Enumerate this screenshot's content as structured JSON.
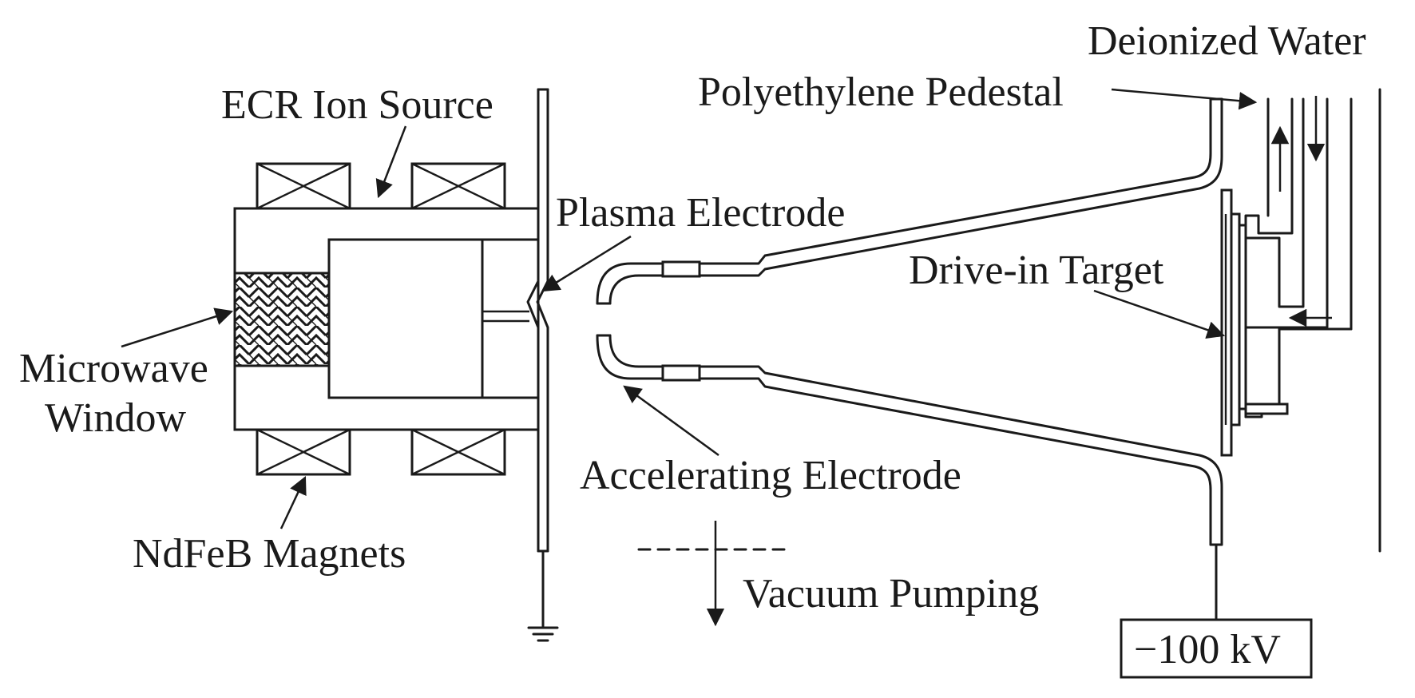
{
  "labels": {
    "ecr_ion_source": "ECR Ion Source",
    "plasma_electrode": "Plasma Electrode",
    "microwave_window_line1": "Microwave",
    "microwave_window_line2": "Window",
    "ndfeb_magnets": "NdFeB Magnets",
    "accelerating_electrode": "Accelerating Electrode",
    "vacuum_pumping": "Vacuum Pumping",
    "polyethylene_pedestal": "Polyethylene Pedestal",
    "deionized_water": "Deionized Water",
    "drive_in_target": "Drive-in Target",
    "high_voltage": "−100 kV"
  },
  "colors": {
    "line": "#1a1a1a",
    "background": "#ffffff"
  }
}
